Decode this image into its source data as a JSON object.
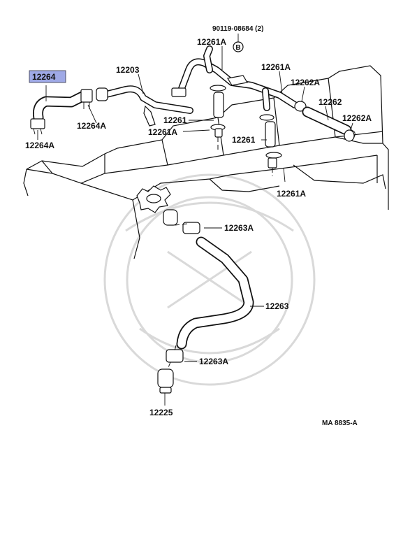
{
  "highlight_color": "#9fa9e6",
  "labels": {
    "l_90119": "90119-08684 (2)",
    "l_12261A_top": "12261A",
    "l_bolt": "B",
    "l_12203": "12203",
    "l_12264": "12264",
    "l_12261A_right": "12261A",
    "l_12262A_top": "12262A",
    "l_12262": "12262",
    "l_12264A_mid": "12264A",
    "l_12261_mid": "12261",
    "l_12261A_mid": "12261A",
    "l_12262A_right": "12262A",
    "l_12261_right": "12261",
    "l_12264A_left": "12264A",
    "l_12261A_bottom": "12261A",
    "l_12263A_top": "12263A",
    "l_12263": "12263",
    "l_12263A_bottom": "12263A",
    "l_12225": "12225",
    "l_ref": "MA 8835-A"
  }
}
